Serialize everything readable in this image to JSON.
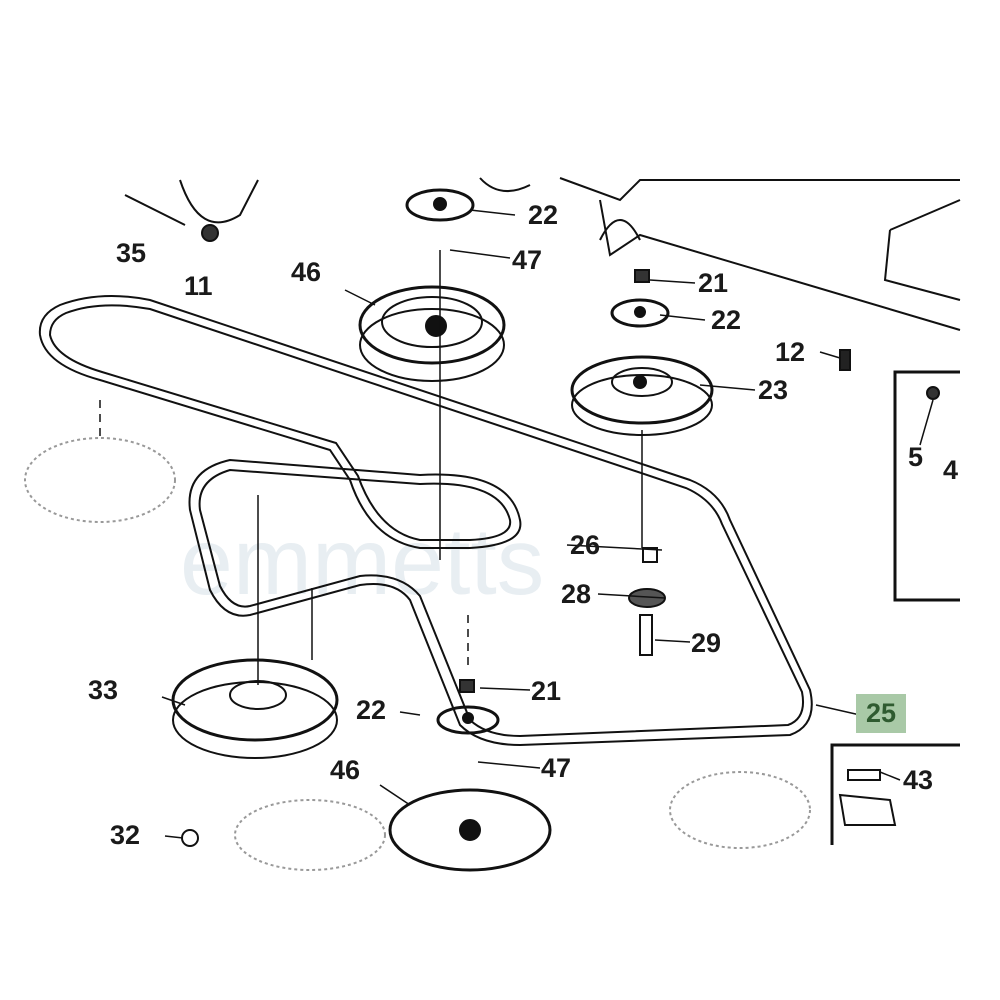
{
  "watermark": "emmetts",
  "highlight_color": "#a9c9a7",
  "callouts": [
    {
      "id": "35",
      "label": "35"
    },
    {
      "id": "11",
      "label": "11"
    },
    {
      "id": "22a",
      "label": "22"
    },
    {
      "id": "47a",
      "label": "47"
    },
    {
      "id": "46a",
      "label": "46"
    },
    {
      "id": "21a",
      "label": "21"
    },
    {
      "id": "22b",
      "label": "22"
    },
    {
      "id": "23",
      "label": "23"
    },
    {
      "id": "12",
      "label": "12"
    },
    {
      "id": "5",
      "label": "5"
    },
    {
      "id": "4",
      "label": "4"
    },
    {
      "id": "26",
      "label": "26"
    },
    {
      "id": "28",
      "label": "28"
    },
    {
      "id": "29",
      "label": "29"
    },
    {
      "id": "33",
      "label": "33"
    },
    {
      "id": "21b",
      "label": "21"
    },
    {
      "id": "22c",
      "label": "22"
    },
    {
      "id": "47b",
      "label": "47"
    },
    {
      "id": "46b",
      "label": "46"
    },
    {
      "id": "25",
      "label": "25",
      "highlighted": true
    },
    {
      "id": "43",
      "label": "43"
    },
    {
      "id": "32",
      "label": "32"
    }
  ]
}
